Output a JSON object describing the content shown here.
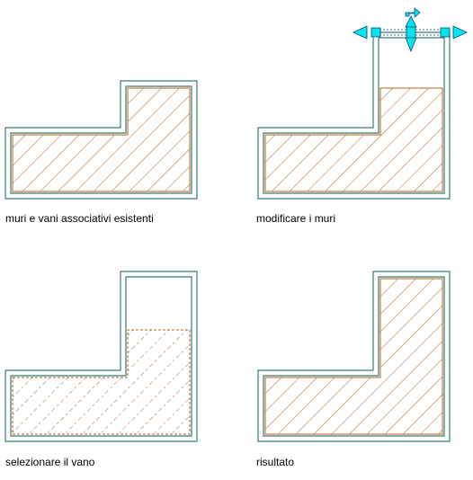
{
  "panels": [
    {
      "id": "existing",
      "caption": "muri e vani associativi esistenti"
    },
    {
      "id": "modify",
      "caption": "modificare i muri"
    },
    {
      "id": "select",
      "caption": "selezionare il vano"
    },
    {
      "id": "result",
      "caption": "risultato"
    }
  ],
  "colors": {
    "wall": "#3a7a78",
    "hatch": "#b5651d",
    "grip": "#00e5ee",
    "grip_stroke": "#0a4a7a",
    "text": "#000000"
  },
  "icons": [
    "arrow-grip-icon",
    "square-grip-icon",
    "move-grip-icon"
  ]
}
